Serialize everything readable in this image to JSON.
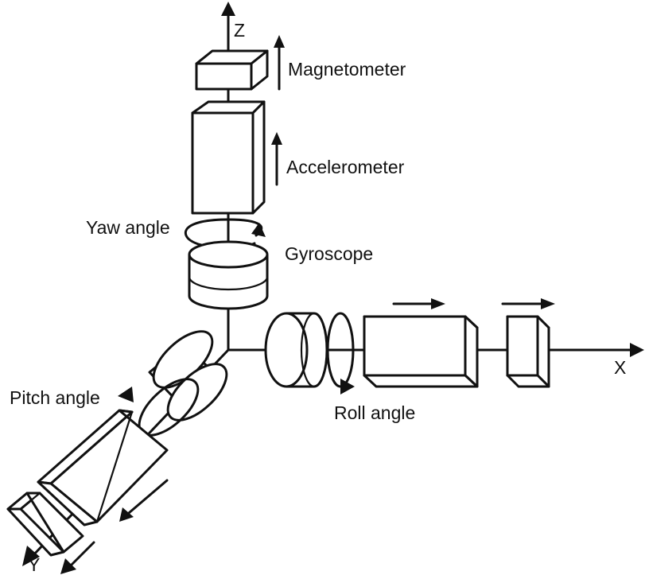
{
  "axes": {
    "x_label": "X",
    "y_label": "Y",
    "z_label": "Z"
  },
  "sensors": {
    "magnetometer": "Magnetometer",
    "accelerometer": "Accelerometer",
    "gyroscope": "Gyroscope"
  },
  "angles": {
    "yaw": "Yaw angle",
    "pitch": "Pitch angle",
    "roll": "Roll angle"
  }
}
